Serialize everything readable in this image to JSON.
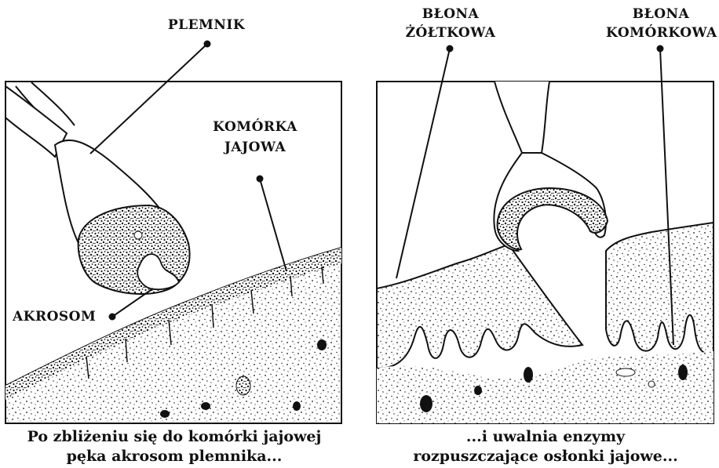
{
  "left_panel": {
    "labels": {
      "sperm": "PLEMNIK",
      "egg_line1": "KOMÓRKA",
      "egg_line2": "JAJOWA",
      "acrosome": "AKROSOM"
    },
    "caption_line1": "Po zbliżeniu się do komórki jajowej",
    "caption_line2": "pęka akrosom plemnika..."
  },
  "right_panel": {
    "labels": {
      "yolk_line1": "BŁONA",
      "yolk_line2": "ŻÓŁTKOWA",
      "cell_line1": "BŁONA",
      "cell_line2": "KOMÓRKOWA"
    },
    "caption_line1": "...i uwalnia enzymy",
    "caption_line2": "rozpuszczające osłonki jajowe..."
  },
  "colors": {
    "ink": "#111111",
    "paper": "#ffffff"
  }
}
